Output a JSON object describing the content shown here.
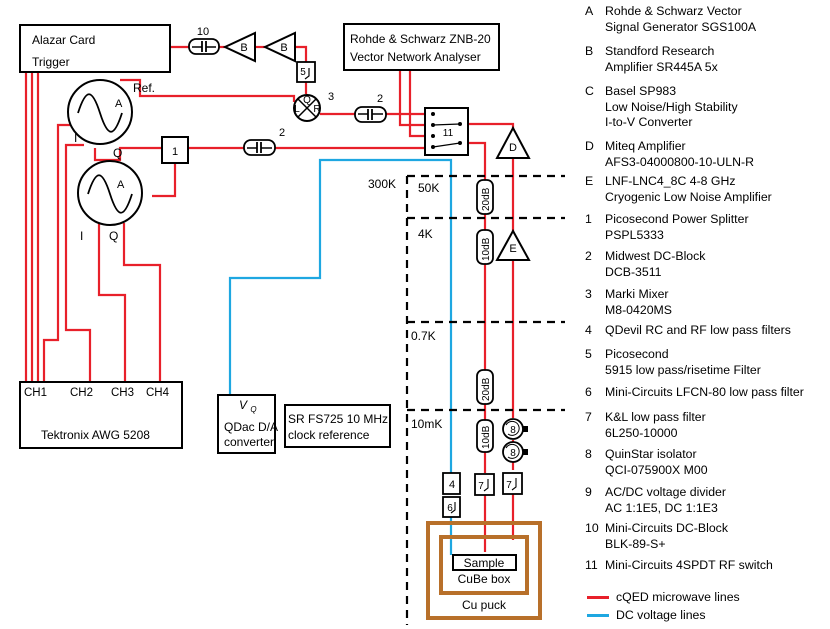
{
  "blocks": {
    "alazar_title": "Alazar Card",
    "alazar_trigger": "Trigger",
    "vna_line1": "Rohde & Schwarz ZNB-20",
    "vna_line2": "Vector Network Analyser",
    "awg_name": "Tektronix AWG 5208",
    "awg_channels": [
      "CH1",
      "CH2",
      "CH3",
      "CH4"
    ],
    "qdac_symbol": "V",
    "qdac_symbol_sub": "Q",
    "qdac_line1": "QDac D/A",
    "qdac_line2": "converter",
    "sr_line1": "SR FS725 10 MHz",
    "sr_line2": "clock reference",
    "sample": "Sample",
    "cube_box": "CuBe box",
    "cu_puck": "Cu puck"
  },
  "components": {
    "source_a": "A",
    "power_splitter": "1",
    "dc_block": "2",
    "mixer_number": "3",
    "mixer_ports": [
      "L",
      "Q",
      "R"
    ],
    "filter_rc": "4",
    "filter_5915": "5",
    "filter_lfcn": "6",
    "filter_kl": "7",
    "isolator": "8",
    "dc_block_10": "10",
    "rf_switch": "11",
    "amp_b": "B",
    "amp_d": "D",
    "amp_e": "E",
    "attenuator_20": "20dB",
    "attenuator_10": "10dB"
  },
  "wire_labels": {
    "ref": "Ref.",
    "i": "I",
    "q": "Q"
  },
  "stages": [
    "300K",
    "50K",
    "4K",
    "0.7K",
    "10mK"
  ],
  "legend": {
    "items": [
      {
        "key": "A",
        "lines": [
          "Rohde & Schwarz Vector",
          "Signal Generator SGS100A"
        ]
      },
      {
        "key": "B",
        "lines": [
          "Standford Research",
          "Amplifier SR445A 5x"
        ]
      },
      {
        "key": "C",
        "lines": [
          "Basel SP983",
          "Low Noise/High Stability",
          "I-to-V Converter"
        ]
      },
      {
        "key": "D",
        "lines": [
          "Miteq Amplifier",
          "AFS3-04000800-10-ULN-R"
        ]
      },
      {
        "key": "E",
        "lines": [
          "LNF-LNC4_8C 4-8 GHz",
          "Cryogenic Low Noise Amplifier"
        ]
      },
      {
        "key": "1",
        "lines": [
          "Picosecond Power Splitter",
          "PSPL5333"
        ]
      },
      {
        "key": "2",
        "lines": [
          "Midwest DC-Block",
          "DCB-3511"
        ]
      },
      {
        "key": "3",
        "lines": [
          "Marki Mixer",
          "M8-0420MS"
        ]
      },
      {
        "key": "4",
        "lines": [
          "QDevil RC and RF low pass filters"
        ]
      },
      {
        "key": "5",
        "lines": [
          "Picosecond",
          "5915 low pass/risetime Filter"
        ]
      },
      {
        "key": "6",
        "lines": [
          "Mini-Circuits LFCN-80 low pass filter"
        ]
      },
      {
        "key": "7",
        "lines": [
          "K&L low pass filter",
          "6L250-10000"
        ]
      },
      {
        "key": "8",
        "lines": [
          "QuinStar isolator",
          "QCI-075900X M00"
        ]
      },
      {
        "key": "9",
        "lines": [
          "AC/DC voltage divider",
          "AC 1:1E5, DC 1:1E3"
        ]
      },
      {
        "key": "10",
        "lines": [
          "Mini-Circuits DC-Block",
          "BLK-89-S+"
        ]
      },
      {
        "key": "11",
        "lines": [
          "Mini-Circuits 4SPDT RF switch"
        ]
      }
    ],
    "line_items": [
      {
        "label": "cQED microwave lines",
        "color": "#e8202a"
      },
      {
        "label": "DC voltage lines",
        "color": "#1ea7e1"
      }
    ]
  },
  "colors": {
    "microwave": "#e8202a",
    "dc": "#1ea7e1",
    "puck": "#b8702a"
  }
}
